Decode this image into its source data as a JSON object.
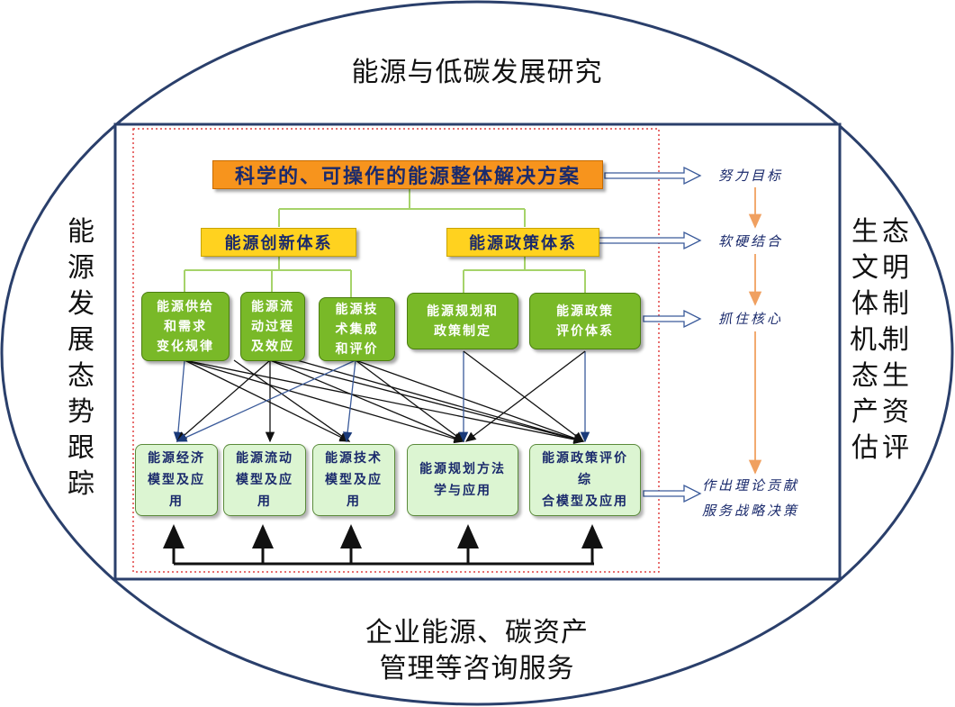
{
  "outer": {
    "top_title": "能源与低碳发展研究",
    "left_title": "能源发展态势跟踪",
    "right_col1": "生文体机、态产估",
    "right_col2": "态明制制生资评",
    "bottom_line1": "企业能源、碳资产",
    "bottom_line2": "管理等咨询服务"
  },
  "center": {
    "top_box": "科学的、可操作的能源整体解决方案",
    "innovation_box": "能源创新体系",
    "policy_box": "能源政策体系",
    "green": [
      {
        "line1": "能源供给",
        "line2": "和需求",
        "line3": "变化规律"
      },
      {
        "line1": "能源流",
        "line2": "动过程",
        "line3": "及效应"
      },
      {
        "line1": "能源技",
        "line2": "术集成",
        "line3": "和评价"
      },
      {
        "line1": "能源规划和",
        "line2": "政策制定",
        "line3": ""
      },
      {
        "line1": "能源政策",
        "line2": "评价体系",
        "line3": ""
      }
    ],
    "models": [
      {
        "line1": "能源经济",
        "line2": "模型及应用"
      },
      {
        "line1": "能源流动",
        "line2": "模型及应用"
      },
      {
        "line1": "能源技术",
        "line2": "模型及应用"
      },
      {
        "line1": "能源规划方法",
        "line2": "学与应用"
      },
      {
        "line1": "能源政策评价综",
        "line2": "合模型及应用"
      }
    ]
  },
  "side_notes": {
    "goal": "努力目标",
    "combine": "软硬结合",
    "core": "抓住核心",
    "contrib_line1": "作出理论贡献",
    "contrib_line2": "服务战略决策"
  },
  "colors": {
    "frame": "#2a3f6b",
    "orange": "#f7941d",
    "yellow": "#ffd21f",
    "green": "#79b928",
    "light_green": "#dcf5d2",
    "vertical_arrow": "#f0a060",
    "dashed_border": "#e04040",
    "connector": "#a6d36a"
  }
}
